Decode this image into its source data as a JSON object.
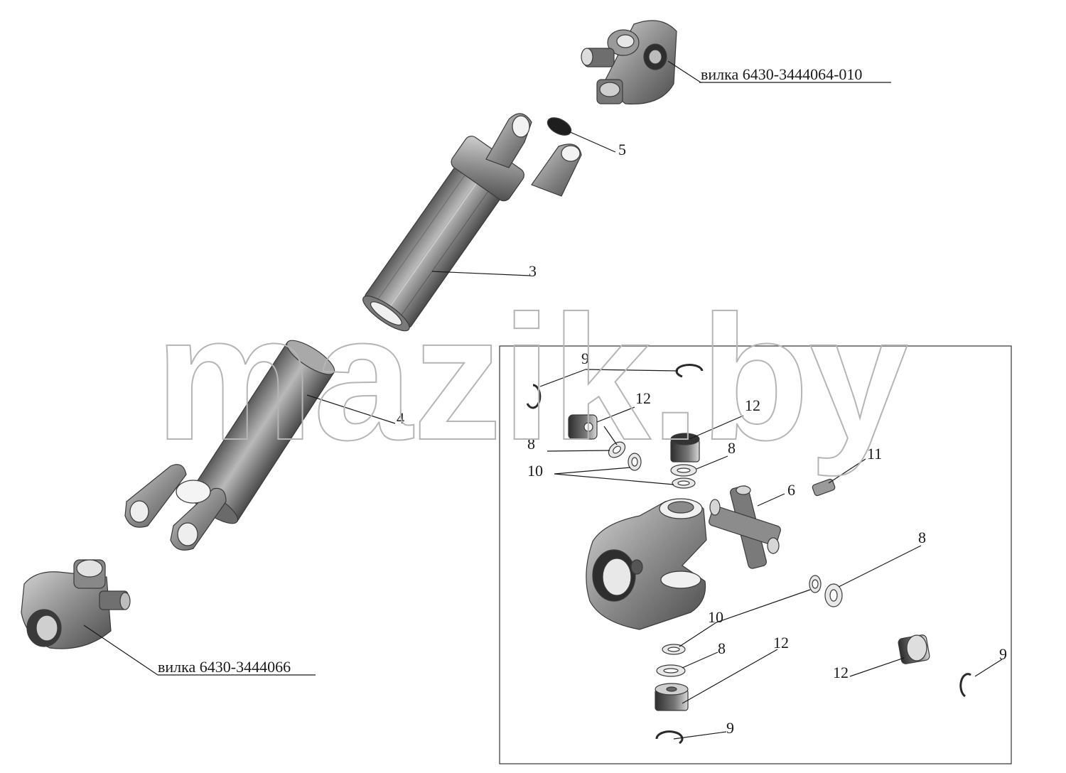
{
  "labels": {
    "fork_top": "вилка 6430-3444064-010",
    "fork_bottom": "вилка 6430-3444066",
    "n3": "3",
    "n4": "4",
    "n5": "5",
    "n6": "6",
    "n8": "8",
    "n9": "9",
    "n10": "10",
    "n11": "11",
    "n12": "12"
  },
  "watermark": "mazik.by",
  "colors": {
    "part_dark": "#555555",
    "part_mid": "#8a8a8a",
    "part_light": "#c8c8c8",
    "line": "#1a1a1a"
  }
}
